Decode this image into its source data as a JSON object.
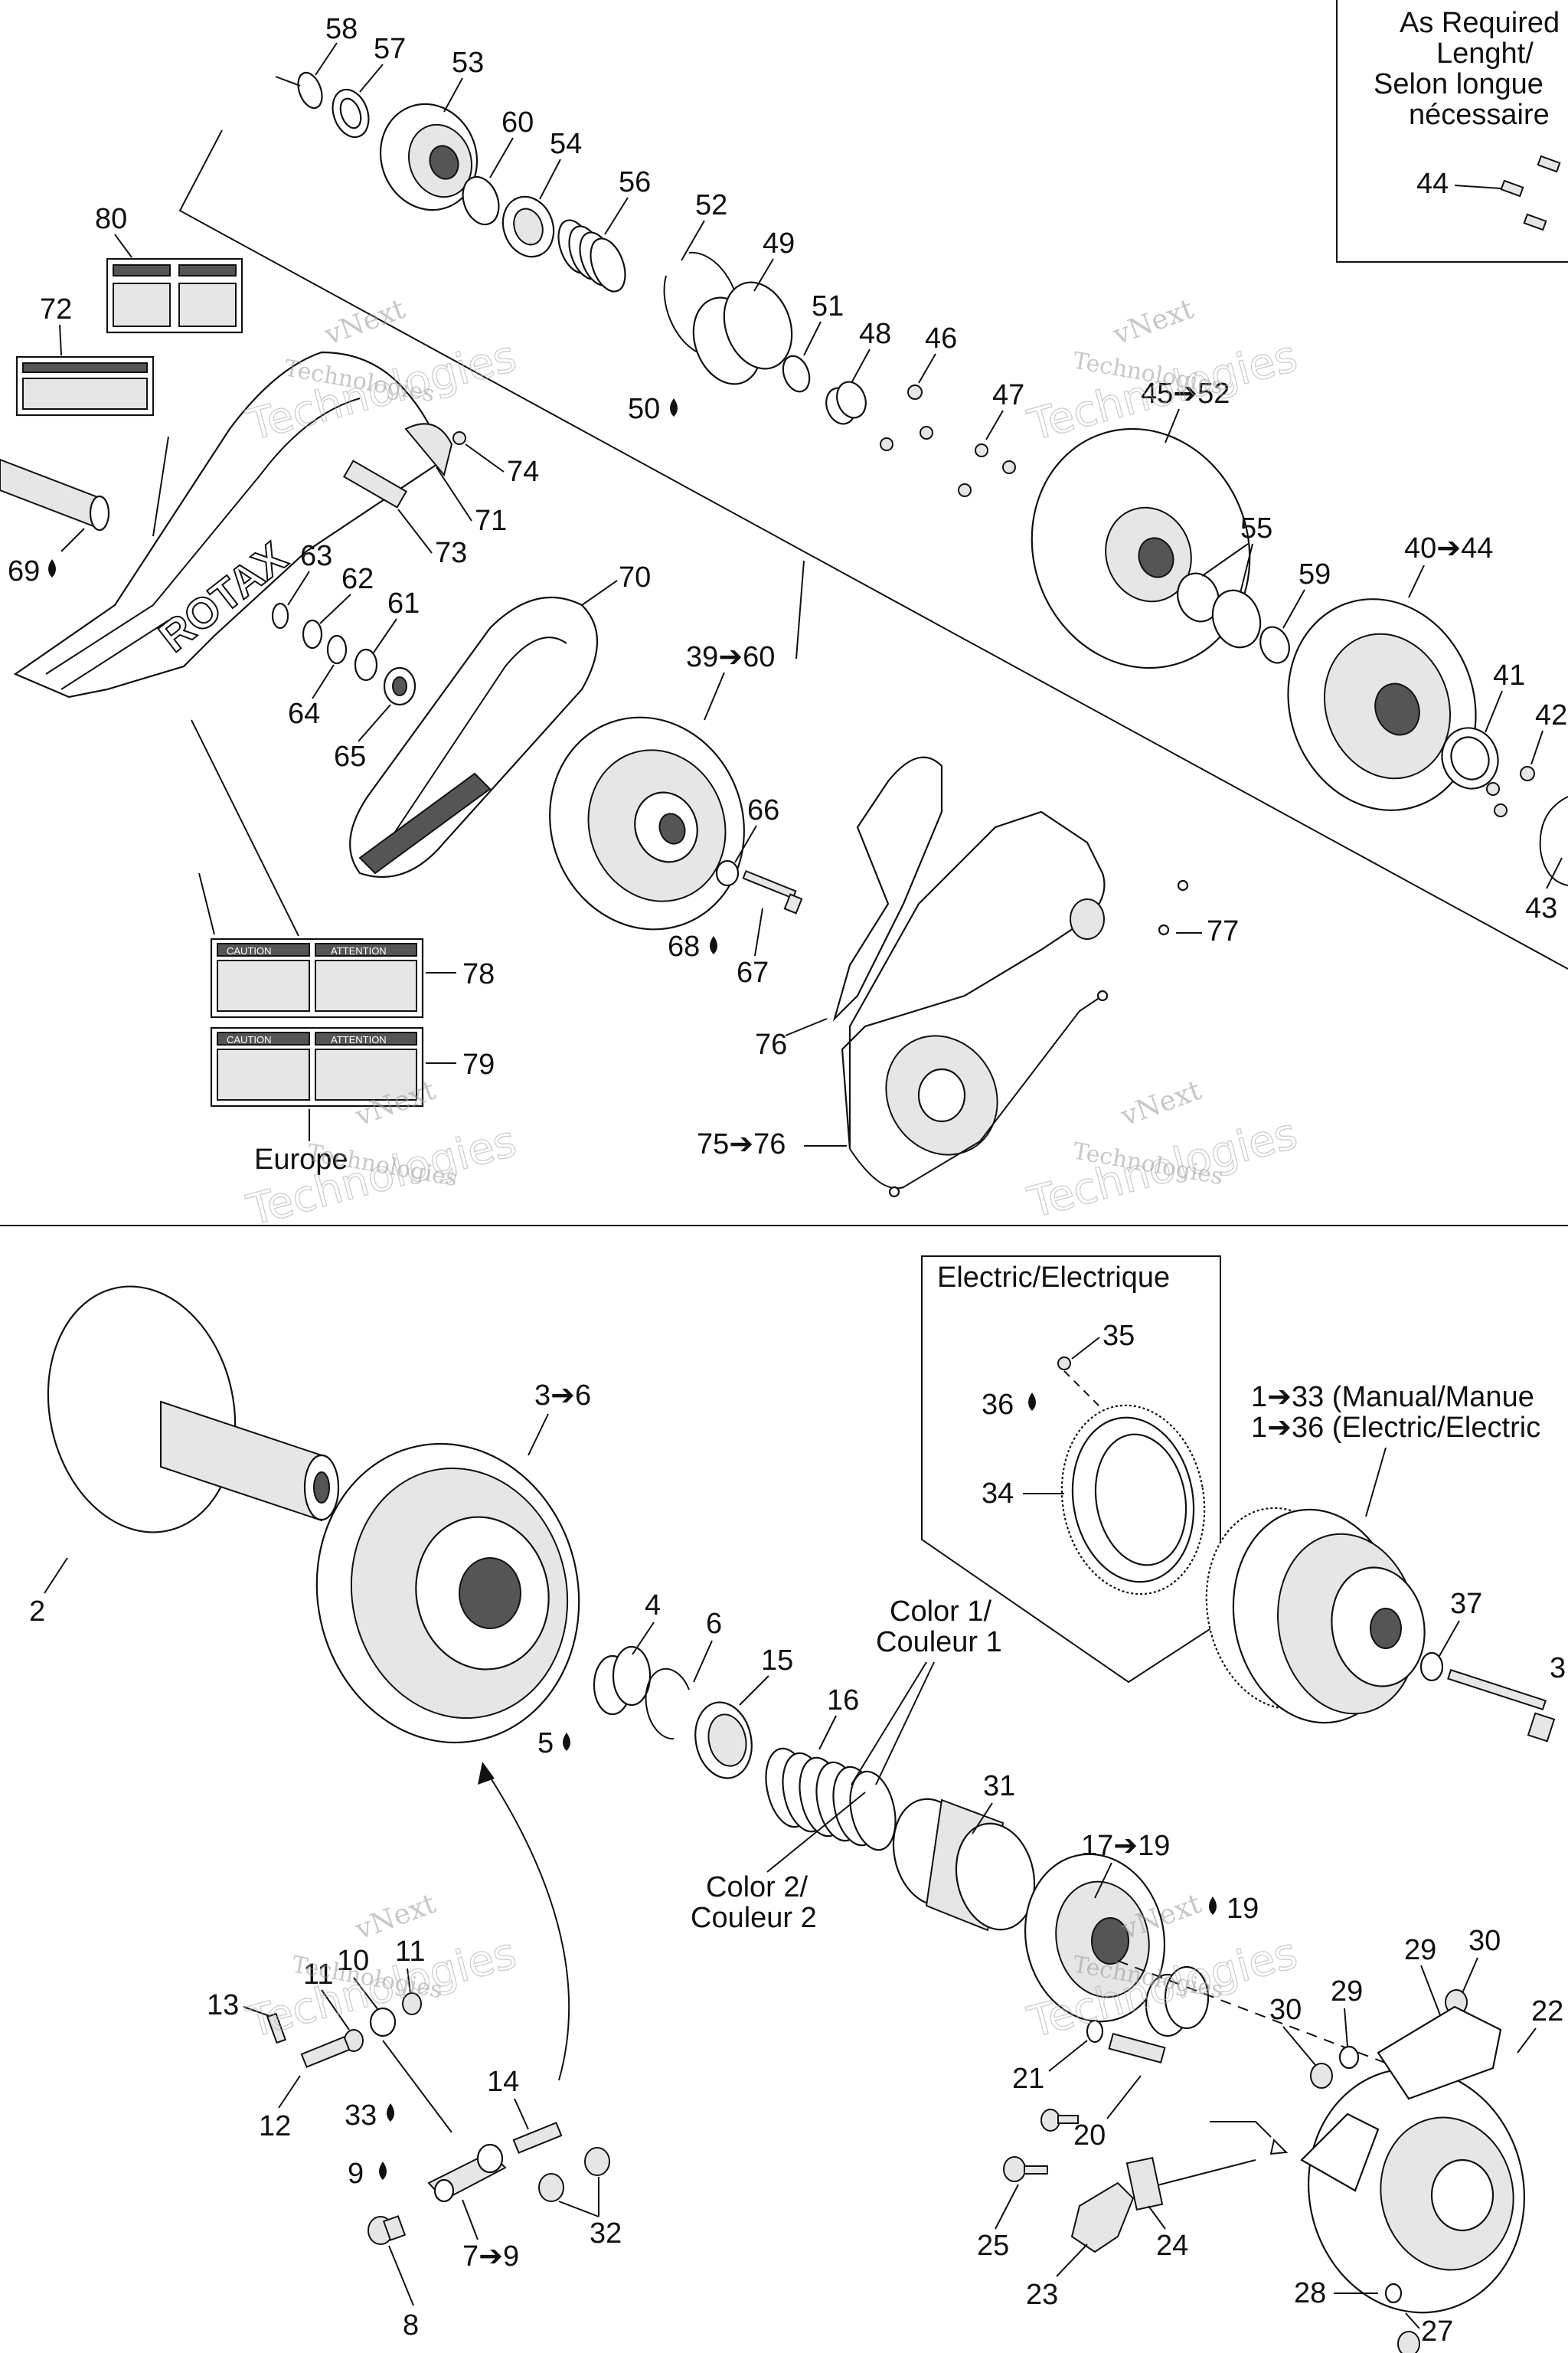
{
  "top_section": {
    "note_box": {
      "title_lines": [
        "As Required",
        "Lenght/",
        "Selon longue",
        "nécessaire"
      ],
      "callout": "44"
    },
    "callouts": {
      "c58": "58",
      "c57": "57",
      "c53": "53",
      "c60a": "60",
      "c54": "54",
      "c56": "56",
      "c52": "52",
      "c49": "49",
      "c51": "51",
      "c48": "48",
      "c46": "46",
      "c47": "47",
      "c50": "50",
      "c80": "80",
      "c72": "72",
      "c74": "74",
      "c71": "71",
      "c73": "73",
      "c69": "69",
      "c63": "63",
      "c62": "62",
      "c61": "61",
      "c64": "64",
      "c65": "65",
      "c70": "70",
      "c39_60": "39➔60",
      "c45_52": "45➔52",
      "c55": "55",
      "c59": "59",
      "c40_44": "40➔44",
      "c41": "41",
      "c42": "42",
      "c43": "43",
      "c66": "66",
      "c68": "68",
      "c67": "67",
      "c77": "77",
      "c78": "78",
      "c79": "79",
      "c76": "76",
      "c75_76": "75➔76"
    },
    "europe_label": "Europe",
    "decal_headings": {
      "caution": "CAUTION",
      "attention": "ATTENTION"
    },
    "brand_text": "ROTAX"
  },
  "bottom_section": {
    "electric_box": {
      "title": "Electric/Electrique",
      "c35": "35",
      "c36": "36",
      "c34": "34"
    },
    "assembly_labels": {
      "manual": "1➔33 (Manual/Manue",
      "electric": "1➔36 (Electric/Electric"
    },
    "callouts": {
      "c2": "2",
      "c3_6": "3➔6",
      "c4": "4",
      "c6": "6",
      "c5": "5",
      "c15": "15",
      "c16": "16",
      "c31": "31",
      "c17_19": "17➔19",
      "c19": "19",
      "c37": "37",
      "c3": "3",
      "c13": "13",
      "c11a": "11",
      "c10": "10",
      "c11b": "11",
      "c12": "12",
      "c33": "33",
      "c14": "14",
      "c9": "9",
      "c7_9": "7➔9",
      "c8": "8",
      "c32": "32",
      "c21": "21",
      "c20": "20",
      "c25": "25",
      "c24": "24",
      "c23": "23",
      "c29a": "29",
      "c30a": "30",
      "c30b": "30",
      "c29b": "29",
      "c22": "22",
      "c28": "28",
      "c27": "27"
    },
    "color_notes": {
      "color1_line1": "Color 1/",
      "color1_line2": "Couleur 1",
      "color2_line1": "Color 2/",
      "color2_line2": "Couleur 2"
    }
  },
  "watermark": {
    "line1": "vNext",
    "line2": "Technologies",
    "big": "Technologies"
  }
}
